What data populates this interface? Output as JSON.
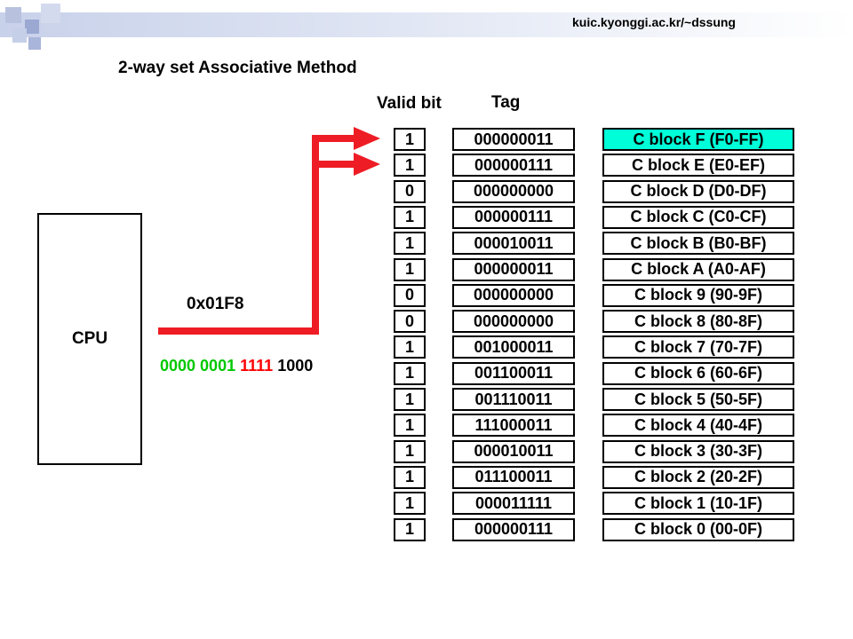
{
  "header": {
    "url": "kuic.kyonggi.ac.kr/~dssung",
    "accent": "#c8d1ea"
  },
  "title": "2-way set Associative Method",
  "labels": {
    "valid": "Valid bit",
    "tag": "Tag"
  },
  "cpu": {
    "label": "CPU"
  },
  "address": {
    "hex": "0x01F8",
    "binary_groups": [
      {
        "text": "0000 0001",
        "color": "#00c800"
      },
      {
        "text": "1111",
        "color": "#ff0000"
      },
      {
        "text": "1000",
        "color": "#000000"
      }
    ]
  },
  "rows": [
    {
      "valid": "1",
      "tag": "000000011",
      "block": "C block F (F0-FF)",
      "highlight": true
    },
    {
      "valid": "1",
      "tag": "000000111",
      "block": "C block E (E0-EF)",
      "highlight": false
    },
    {
      "valid": "0",
      "tag": "000000000",
      "block": "C block D (D0-DF)",
      "highlight": false
    },
    {
      "valid": "1",
      "tag": "000000111",
      "block": "C block C (C0-CF)",
      "highlight": false
    },
    {
      "valid": "1",
      "tag": "000010011",
      "block": "C block B (B0-BF)",
      "highlight": false
    },
    {
      "valid": "1",
      "tag": "000000011",
      "block": "C block A (A0-AF)",
      "highlight": false
    },
    {
      "valid": "0",
      "tag": "000000000",
      "block": "C block 9 (90-9F)",
      "highlight": false
    },
    {
      "valid": "0",
      "tag": "000000000",
      "block": "C block 8 (80-8F)",
      "highlight": false
    },
    {
      "valid": "1",
      "tag": "001000011",
      "block": "C block 7 (70-7F)",
      "highlight": false
    },
    {
      "valid": "1",
      "tag": "001100011",
      "block": "C block 6 (60-6F)",
      "highlight": false
    },
    {
      "valid": "1",
      "tag": "001110011",
      "block": "C block 5 (50-5F)",
      "highlight": false
    },
    {
      "valid": "1",
      "tag": "111000011",
      "block": "C block 4 (40-4F)",
      "highlight": false
    },
    {
      "valid": "1",
      "tag": "000010011",
      "block": "C block 3 (30-3F)",
      "highlight": false
    },
    {
      "valid": "1",
      "tag": "011100011",
      "block": "C block 2 (20-2F)",
      "highlight": false
    },
    {
      "valid": "1",
      "tag": "000011111",
      "block": "C block 1 (10-1F)",
      "highlight": false
    },
    {
      "valid": "1",
      "tag": "000000111",
      "block": "C block 0 (00-0F)",
      "highlight": false
    }
  ],
  "colors": {
    "arrow": "#ee1c24",
    "highlight": "#00ffd8"
  }
}
